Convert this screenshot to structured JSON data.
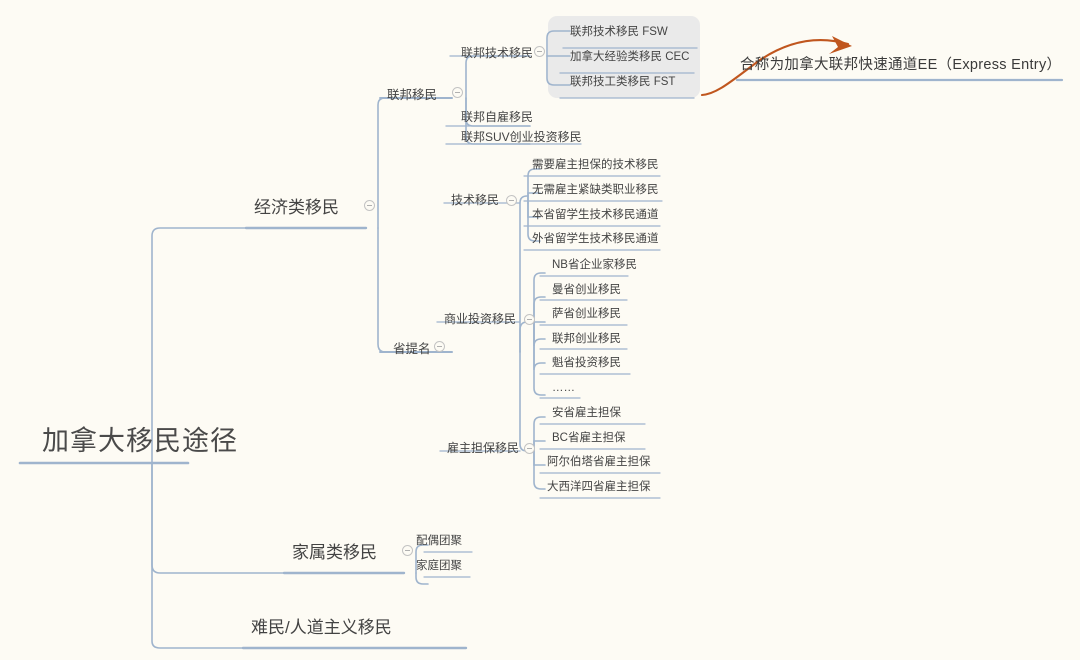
{
  "document": {
    "type": "mindmap",
    "title": "加拿大移民途径",
    "background_color": "#fdfbf4",
    "line_color": "#9fb4cd",
    "annotation_arrow_color": "#c0561e"
  },
  "root": {
    "label": "加拿大移民途径"
  },
  "branches": [
    {
      "label": "经济类移民",
      "children": [
        {
          "label": "联邦移民",
          "children": [
            {
              "label": "联邦技术移民",
              "children": [
                {
                  "label": "联邦技术移民 FSW"
                },
                {
                  "label": "加拿大经验类移民 CEC"
                },
                {
                  "label": "联邦技工类移民 FST"
                }
              ]
            },
            {
              "label": "联邦自雇移民"
            },
            {
              "label": "联邦SUV创业投资移民"
            }
          ]
        },
        {
          "label": "省提名",
          "children": [
            {
              "label": "技术移民",
              "children": [
                {
                  "label": "需要雇主担保的技术移民"
                },
                {
                  "label": "无需雇主紧缺类职业移民"
                },
                {
                  "label": "本省留学生技术移民通道"
                },
                {
                  "label": "外省留学生技术移民通道"
                }
              ]
            },
            {
              "label": "商业投资移民",
              "children": [
                {
                  "label": "NB省企业家移民"
                },
                {
                  "label": "曼省创业移民"
                },
                {
                  "label": "萨省创业移民"
                },
                {
                  "label": "联邦创业移民"
                },
                {
                  "label": "魁省投资移民"
                },
                {
                  "label": "……"
                }
              ]
            },
            {
              "label": "雇主担保移民",
              "children": [
                {
                  "label": "安省雇主担保"
                },
                {
                  "label": "BC省雇主担保"
                },
                {
                  "label": "阿尔伯塔省雇主担保"
                },
                {
                  "label": "大西洋四省雇主担保"
                }
              ]
            }
          ]
        }
      ]
    },
    {
      "label": "家属类移民",
      "children": [
        {
          "label": "配偶团聚"
        },
        {
          "label": "家庭团聚"
        }
      ]
    },
    {
      "label": "难民/人道主义移民",
      "children": []
    }
  ],
  "annotation": {
    "text": "合称为加拿大联邦快速通道EE（Express Entry）"
  }
}
